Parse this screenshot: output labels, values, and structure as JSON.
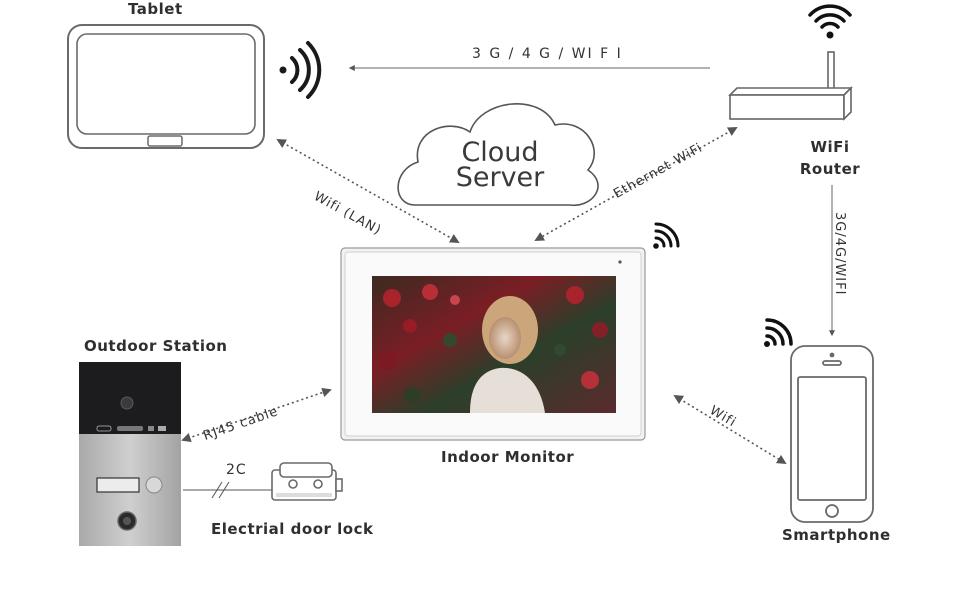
{
  "devices": {
    "tablet": "Tablet",
    "router_line1": "WiFi",
    "router_line2": "Router",
    "outdoor_station": "Outdoor Station",
    "indoor_monitor": "Indoor Monitor",
    "smartphone": "Smartphone",
    "door_lock": "Electrial door lock"
  },
  "cloud": {
    "line1": "Cloud",
    "line2": "Server"
  },
  "links": {
    "router_to_tablet": "3 G / 4 G / WI  F I",
    "tablet_to_monitor": "Wifi (LAN)",
    "router_to_monitor": "Ethernet WiFi",
    "router_to_phone": "3G/4G/WIFI",
    "station_to_monitor": "RJ45 cable",
    "monitor_to_phone": "Wifi",
    "station_to_lock": "2C"
  },
  "icons": {
    "wifi": "wifi-icon",
    "signal": "signal-waves-icon",
    "camera": "camera-icon",
    "bell": "bell-icon",
    "fingerprint": "fingerprint-icon"
  },
  "colors": {
    "line": "#555555",
    "device_outline": "#6a6a6a",
    "station_panel": "#1c1c1e",
    "station_metal": "#b9b9b9"
  }
}
